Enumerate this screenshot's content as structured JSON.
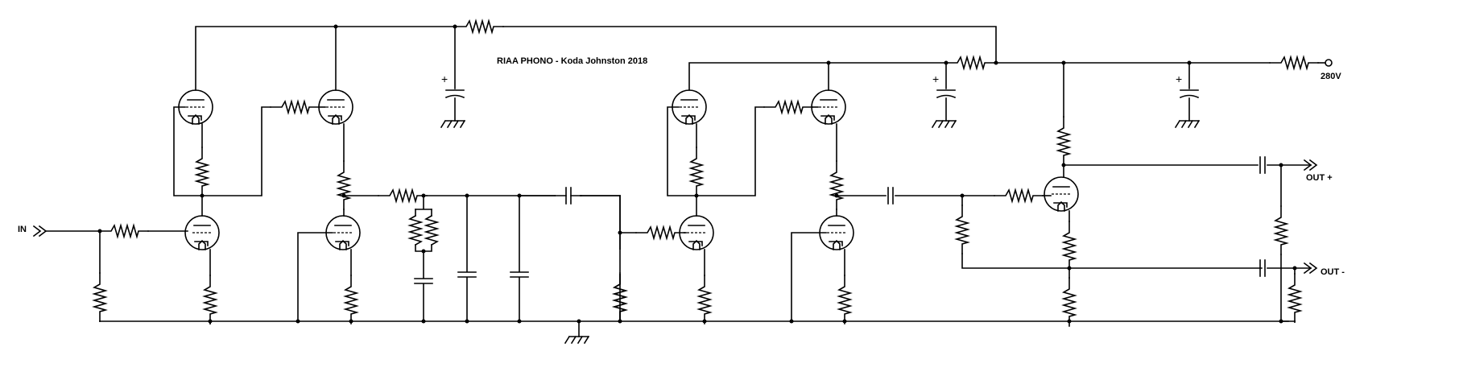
{
  "title": "RIAA PHONO - Koda Johnston 2018",
  "labels": {
    "input": "IN",
    "supply": "280V",
    "out_plus": "OUT +",
    "out_minus": "OUT -"
  },
  "capacitor_polarity_mark": "+",
  "colors": {
    "ink": "#000000",
    "background": "#ffffff"
  }
}
